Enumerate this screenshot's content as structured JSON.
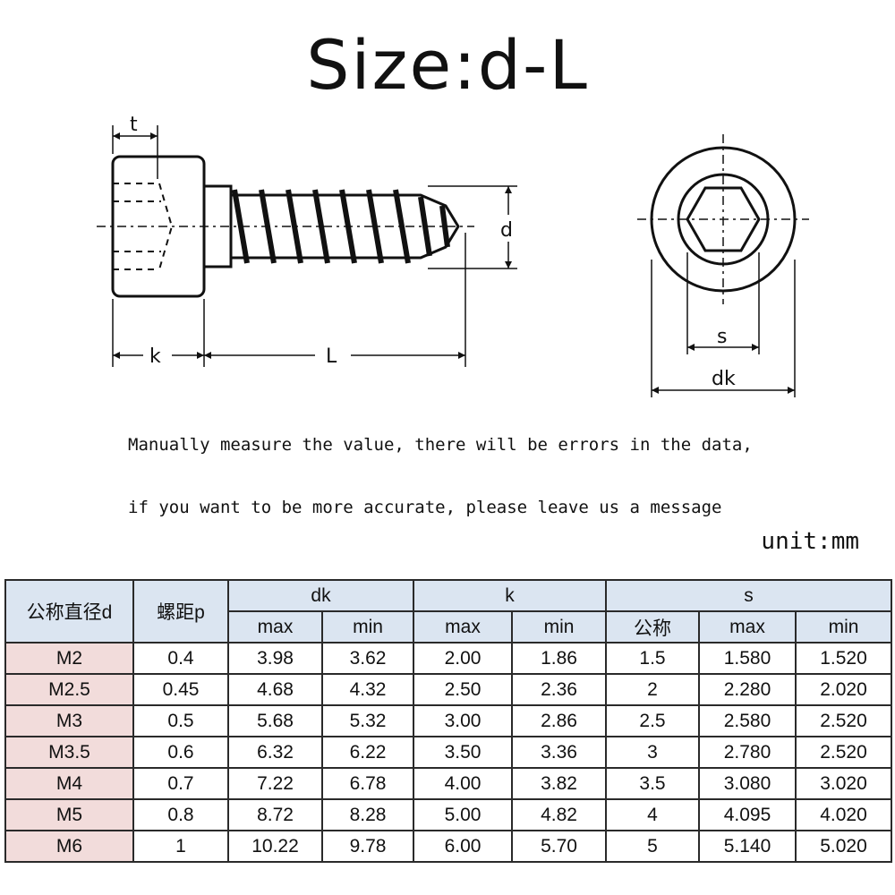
{
  "title": "Size:d-L",
  "diagram": {
    "labels": {
      "t": "t",
      "d": "d",
      "k": "k",
      "L": "L",
      "s": "s",
      "dk": "dk"
    }
  },
  "notes": [
    "Manually measure the value, there will be errors in the data,",
    "if you want to be more accurate, please leave us a message"
  ],
  "unit": "unit:mm",
  "table": {
    "headers": {
      "nominal_d": "公称直径d",
      "pitch": "螺距p",
      "dk": "dk",
      "k": "k",
      "s": "s",
      "max": "max",
      "min": "min",
      "nominal": "公称"
    },
    "rows": [
      [
        "M2",
        "0.4",
        "3.98",
        "3.62",
        "2.00",
        "1.86",
        "1.5",
        "1.580",
        "1.520"
      ],
      [
        "M2.5",
        "0.45",
        "4.68",
        "4.32",
        "2.50",
        "2.36",
        "2",
        "2.280",
        "2.020"
      ],
      [
        "M3",
        "0.5",
        "5.68",
        "5.32",
        "3.00",
        "2.86",
        "2.5",
        "2.580",
        "2.520"
      ],
      [
        "M3.5",
        "0.6",
        "6.32",
        "6.22",
        "3.50",
        "3.36",
        "3",
        "2.780",
        "2.520"
      ],
      [
        "M4",
        "0.7",
        "7.22",
        "6.78",
        "4.00",
        "3.82",
        "3.5",
        "3.080",
        "3.020"
      ],
      [
        "M5",
        "0.8",
        "8.72",
        "8.28",
        "5.00",
        "4.82",
        "4",
        "4.095",
        "4.020"
      ],
      [
        "M6",
        "1",
        "10.22",
        "9.78",
        "6.00",
        "5.70",
        "5",
        "5.140",
        "5.020"
      ]
    ]
  }
}
